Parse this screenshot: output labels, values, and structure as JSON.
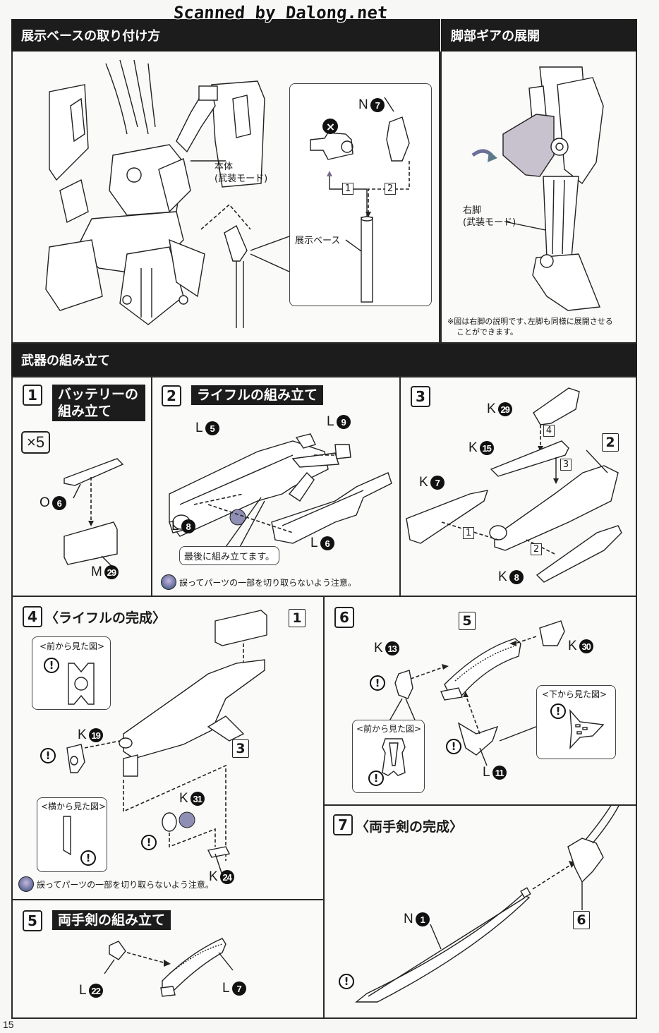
{
  "watermark": "Scanned by Dalong.net",
  "page_number": "15",
  "display_base_section": {
    "title": "展示ベースの取り付け方",
    "body_label_line1": "本体",
    "body_label_line2": "(武装モード)",
    "base_label": "展示ベース",
    "part_n7": {
      "runner": "N",
      "number": "7"
    },
    "discard_icon": "×",
    "step1": "1",
    "step2": "2"
  },
  "leg_gear_section": {
    "title": "脚部ギアの展開",
    "leg_label_line1": "右脚",
    "leg_label_line2": "(武装モード)",
    "note_line1": "※図は右脚の説明です､左脚も同様に展開させる",
    "note_line2": "ことができます。"
  },
  "weapon_section": {
    "title": "武器の組み立て"
  },
  "steps": {
    "s1": {
      "number": "1",
      "title_line1": "バッテリーの",
      "title_line2": "組み立て",
      "multiplier": "×5",
      "parts": [
        {
          "runner": "O",
          "number": "6"
        },
        {
          "runner": "M",
          "number": "29"
        }
      ]
    },
    "s2": {
      "number": "2",
      "title": "ライフルの組み立て",
      "parts": [
        {
          "runner": "L",
          "number": "5"
        },
        {
          "runner": "L",
          "number": "9"
        },
        {
          "runner": "L",
          "number": "8"
        },
        {
          "runner": "L",
          "number": "6"
        }
      ],
      "callout": "最後に組み立てます。",
      "caution": "誤ってパーツの一部を切り取らないよう注意。"
    },
    "s3": {
      "number": "3",
      "ref": "2",
      "parts": [
        {
          "runner": "K",
          "number": "29"
        },
        {
          "runner": "K",
          "number": "15"
        },
        {
          "runner": "K",
          "number": "7"
        },
        {
          "runner": "K",
          "number": "8"
        }
      ],
      "order": [
        "1",
        "2",
        "3",
        "4"
      ]
    },
    "s4": {
      "number": "4",
      "title": "〈ライフルの完成〉",
      "front_view": "<前から見た図>",
      "side_view": "<横から見た図>",
      "refs": [
        "1",
        "3"
      ],
      "parts": [
        {
          "runner": "K",
          "number": "19"
        },
        {
          "runner": "K",
          "number": "31"
        },
        {
          "runner": "K",
          "number": "24"
        }
      ],
      "caution": "誤ってパーツの一部を切り取らないよう注意。"
    },
    "s5": {
      "number": "5",
      "title": "両手剣の組み立て",
      "parts": [
        {
          "runner": "L",
          "number": "22"
        },
        {
          "runner": "L",
          "number": "7"
        }
      ]
    },
    "s6": {
      "number": "6",
      "ref": "5",
      "front_view": "<前から見た図>",
      "bottom_view": "<下から見た図>",
      "parts": [
        {
          "runner": "K",
          "number": "13"
        },
        {
          "runner": "K",
          "number": "30"
        },
        {
          "runner": "L",
          "number": "11"
        }
      ]
    },
    "s7": {
      "number": "7",
      "title": "〈両手剣の完成〉",
      "ref": "6",
      "parts": [
        {
          "runner": "N",
          "number": "1"
        }
      ]
    }
  },
  "caution_mark": "!"
}
